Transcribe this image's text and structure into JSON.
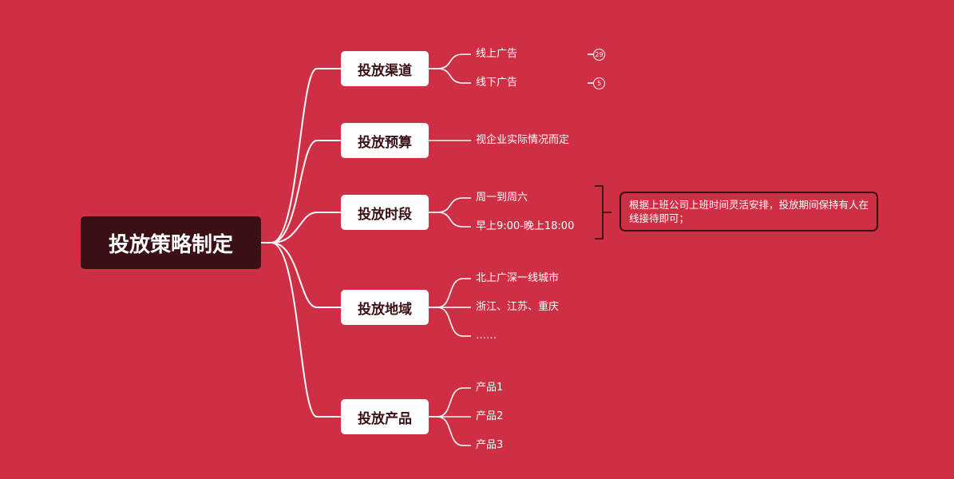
{
  "root": "投放策略制定",
  "branches": [
    {
      "label": "投放渠道",
      "children": [
        {
          "label": "线上广告",
          "badge": "29"
        },
        {
          "label": "线下广告",
          "badge": "5"
        }
      ]
    },
    {
      "label": "投放预算",
      "children": [
        {
          "label": "视企业实际情况而定"
        }
      ]
    },
    {
      "label": "投放时段",
      "children": [
        {
          "label": "周一到周六"
        },
        {
          "label": "早上9:00-晚上18:00"
        }
      ],
      "note": "根据上班公司上班时间灵活安排，投放期间保持有人在线接待即可；"
    },
    {
      "label": "投放地域",
      "children": [
        {
          "label": "北上广深一线城市"
        },
        {
          "label": "浙江、江苏、重庆"
        },
        {
          "label": "……"
        }
      ]
    },
    {
      "label": "投放产品",
      "children": [
        {
          "label": "产品1"
        },
        {
          "label": "产品2"
        },
        {
          "label": "产品3"
        }
      ]
    }
  ],
  "colors": {
    "background": "#cf2f45",
    "root_fill": "#3a1015",
    "branch_fill": "#ffffff",
    "line": "#ffffff"
  }
}
